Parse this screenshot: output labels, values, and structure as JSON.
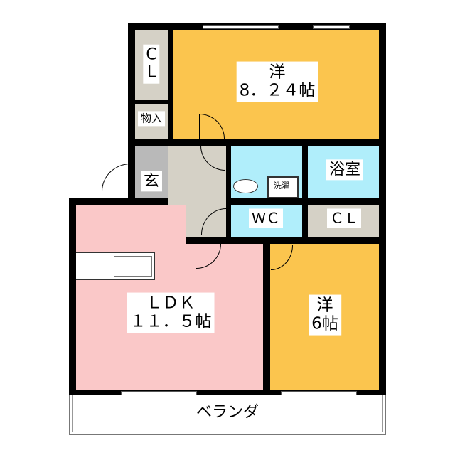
{
  "rooms": {
    "western_large": {
      "name": "洋",
      "size": "8．２４帖"
    },
    "closet_top": {
      "name": "C\nL"
    },
    "storage": {
      "name": "物入"
    },
    "entrance": {
      "name": "玄"
    },
    "bath": {
      "name": "浴室"
    },
    "laundry": {
      "name": "洗濯"
    },
    "wc": {
      "name": "ＷＣ"
    },
    "closet_mid": {
      "name": "ＣＬ"
    },
    "ldk": {
      "name": "ＬＤＫ",
      "size": "１１．５帖"
    },
    "western_small": {
      "name": "洋",
      "size": "6帖"
    },
    "veranda": {
      "name": "ベランダ"
    }
  },
  "colors": {
    "western": "#FBC54E",
    "ldk": "#FAC8C8",
    "wet": "#B0EEFB",
    "storage": "#D5D1C6",
    "entrance": "#B9B9B9"
  }
}
